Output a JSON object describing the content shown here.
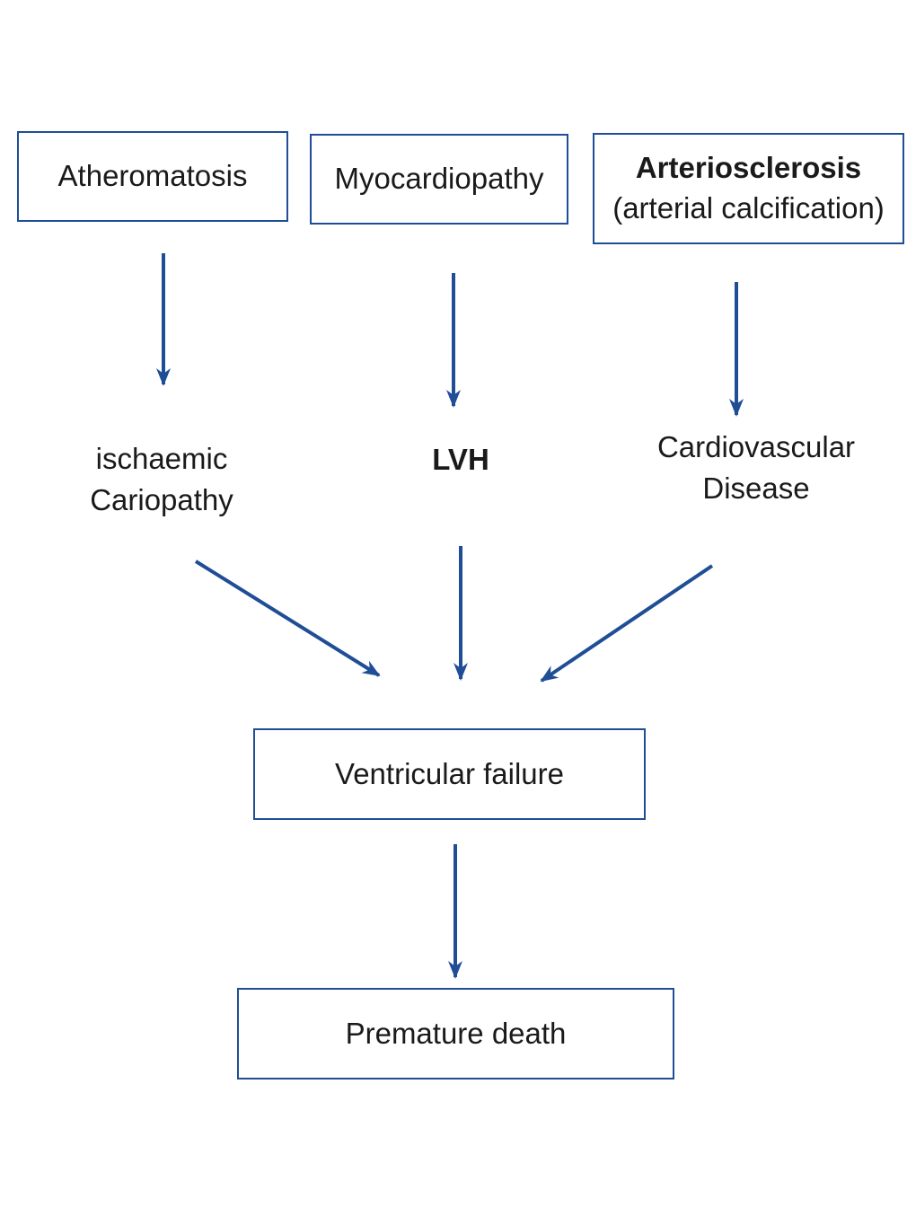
{
  "top_row": {
    "atheromatosis": "Atheromatosis",
    "myocardiopathy": "Myocardiopathy",
    "arteriosclerosis_title": "Arteriosclerosis",
    "arteriosclerosis_subtitle": "(arterial calcification)"
  },
  "middle_row": {
    "ischaemic_line1": "ischaemic",
    "ischaemic_line2": "Cariopathy",
    "lvh": "LVH",
    "cvd_line1": "Cardiovascular",
    "cvd_line2": "Disease"
  },
  "ventricular_failure": "Ventricular failure",
  "premature_death": "Premature death",
  "colors": {
    "arrow": "#1f4e96",
    "box_border": "#1f4e96"
  }
}
